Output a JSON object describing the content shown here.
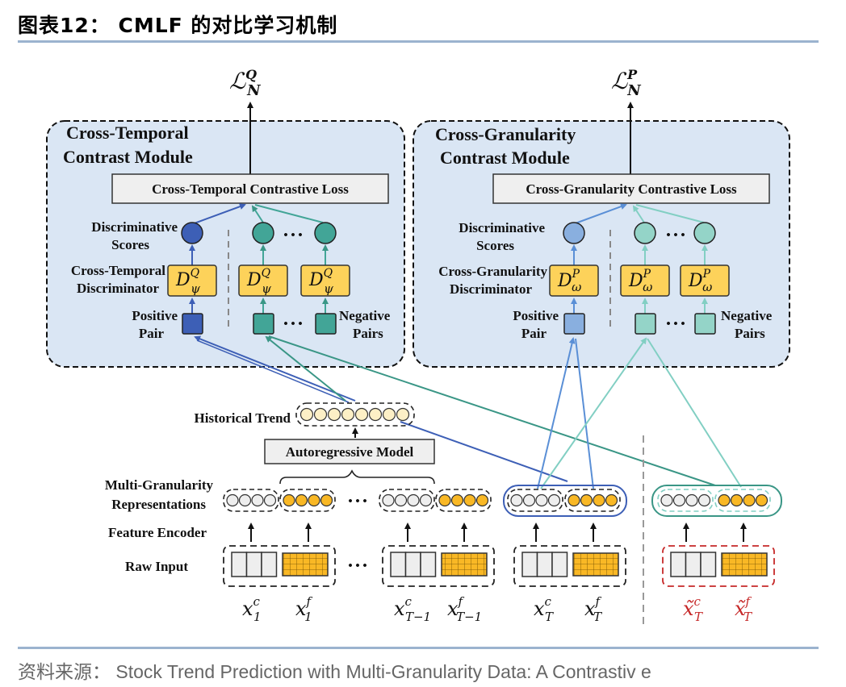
{
  "figure": {
    "title": "图表12：  CMLF 的对比学习机制",
    "source": "资料来源： Stock Trend Prediction with Multi-Granularity  Data: A Contrastiv e"
  },
  "left_module": {
    "title_line1": "Cross-Temporal",
    "title_line2": "Contrast Module",
    "loss_box": "Cross-Temporal Contrastive Loss",
    "output": {
      "symbol": "ℒ",
      "sub": "N",
      "sup": "Q"
    },
    "score_label_1": "Discriminative",
    "score_label_2": "Scores",
    "disc_label_1": "Cross-Temporal",
    "disc_label_2": "Discriminator",
    "disc_symbol": {
      "base": "D",
      "sup": "Q",
      "sub": "ψ"
    },
    "pos_label_1": "Positive",
    "pos_label_2": "Pair",
    "neg_label_1": "Negative",
    "neg_label_2": "Pairs",
    "ellipsis": "• • •",
    "colors": {
      "positive": "#3d5fb6",
      "negative": "#42a597"
    }
  },
  "right_module": {
    "title_line1": "Cross-Granularity",
    "title_line2": "Contrast Module",
    "loss_box": "Cross-Granularity Contrastive Loss",
    "output": {
      "symbol": "ℒ",
      "sub": "N",
      "sup": "P"
    },
    "score_label_1": "Discriminative",
    "score_label_2": "Scores",
    "disc_label_1": "Cross-Granularity",
    "disc_label_2": "Discriminator",
    "disc_symbol": {
      "base": "D",
      "sup": "P",
      "sub": "ω"
    },
    "pos_label_1": "Positive",
    "pos_label_2": "Pair",
    "neg_label_1": "Negative",
    "neg_label_2": "Pairs",
    "ellipsis": "• • •",
    "colors": {
      "positive": "#89afdf",
      "negative": "#94d4c8"
    }
  },
  "pipeline": {
    "historical_trend": "Historical Trend",
    "autoregressive": "Autoregressive Model",
    "mg_repr_1": "Multi-Granularity",
    "mg_repr_2": "Representations",
    "feature_encoder": "Feature Encoder",
    "raw_input": "Raw Input",
    "ellipsis": "• • •",
    "inputs": [
      {
        "c": {
          "base": "x",
          "sup": "c",
          "sub": "1"
        },
        "f": {
          "base": "x",
          "sup": "f",
          "sub": "1"
        }
      },
      {
        "c": {
          "base": "x",
          "sup": "c",
          "sub": "T−1"
        },
        "f": {
          "base": "x",
          "sup": "f",
          "sub": "T−1"
        }
      },
      {
        "c": {
          "base": "x",
          "sup": "c",
          "sub": "T"
        },
        "f": {
          "base": "x",
          "sup": "f",
          "sub": "T"
        }
      },
      {
        "c": {
          "base": "x̃",
          "sup": "c",
          "sub": "T"
        },
        "f": {
          "base": "x̃",
          "sup": "f",
          "sub": "T"
        }
      }
    ]
  },
  "colors": {
    "module_bg": "#dae6f4",
    "yellow_box": "#fdd25a",
    "orange_dot": "#f9b825",
    "trend_dot": "#fdf0c6",
    "gray_cell": "#eeeeee",
    "augmented_red": "#c62828",
    "line_blue": "#3d5fb6",
    "line_teal": "#3a9686",
    "line_lightblue": "#5a8fd6",
    "line_lightteal": "#82cfc3"
  }
}
